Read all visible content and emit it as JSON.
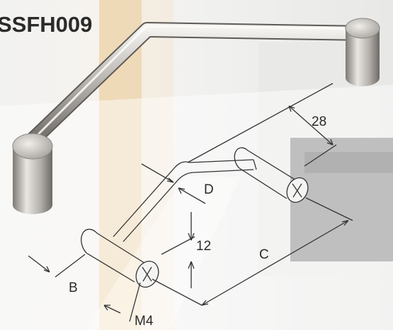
{
  "title": "SSFH009",
  "dimensions": {
    "d28": "28",
    "D": "D",
    "d12": "12",
    "C": "C",
    "B": "B",
    "M4": "M4"
  },
  "colors": {
    "steel_light": "#e4e2df",
    "steel_mid": "#a9a6a2",
    "steel_dark": "#6f6b66",
    "wood": "#e9cfa2",
    "line": "#333333"
  }
}
